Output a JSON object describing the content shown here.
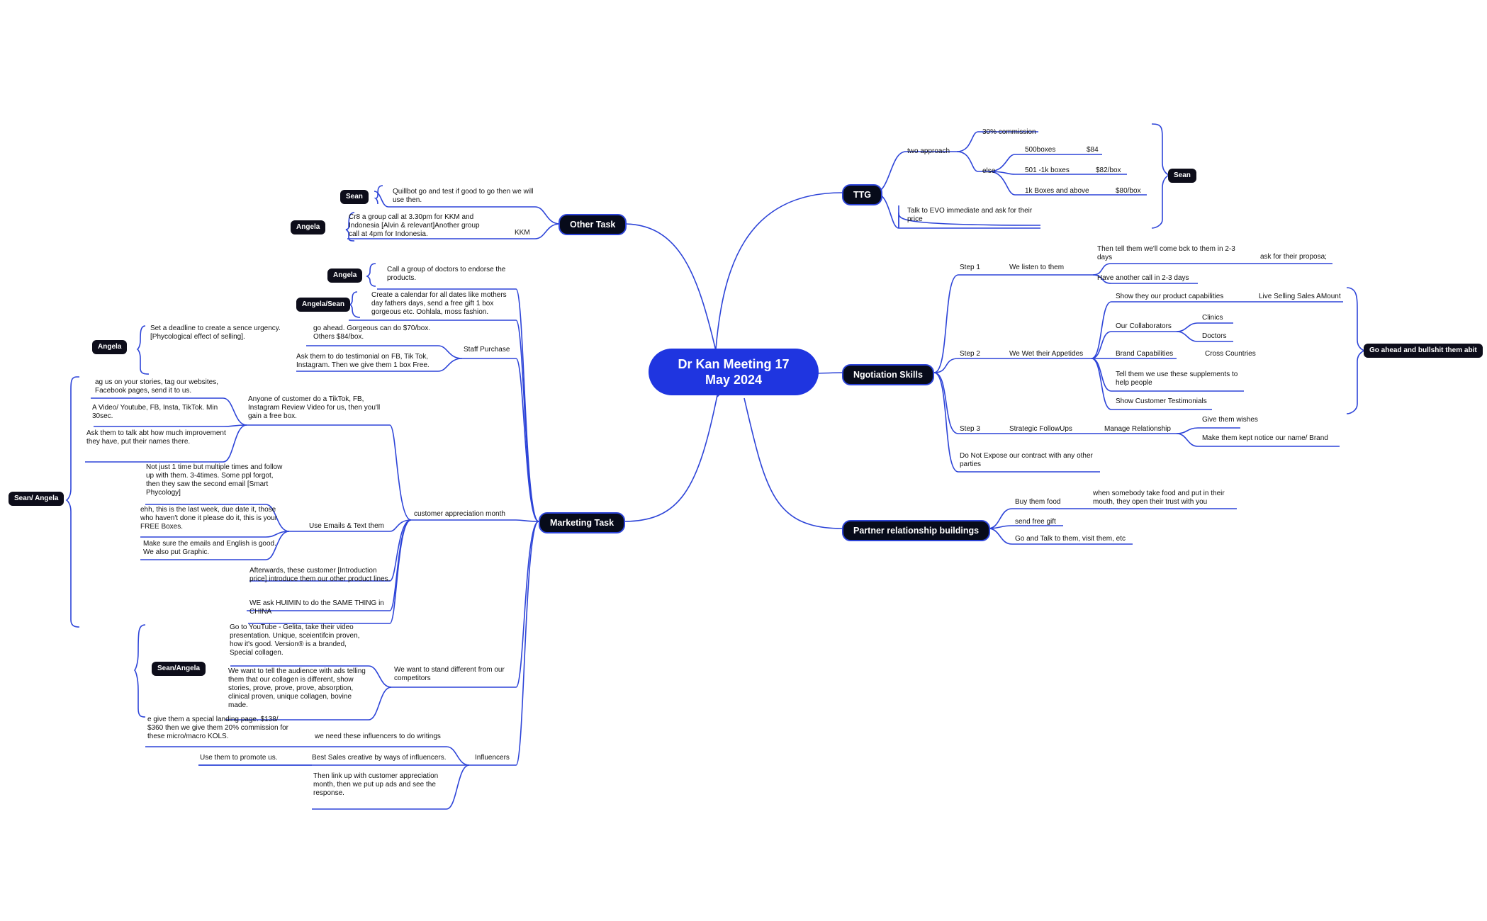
{
  "colors": {
    "accent": "#1f35e0",
    "line": "#2d44d8",
    "pill_bg": "#0d0d1a"
  },
  "central": "Dr Kan Meeting 17\nMay 2024",
  "branches": {
    "ttg": "TTG",
    "other_task": "Other Task",
    "negotiation": "Ngotiation Skills",
    "marketing": "Marketing Task",
    "partner": "Partner relationship buildings"
  },
  "ttg": {
    "two_approach": "two approach",
    "commission": "30% commission",
    "else": "else",
    "box500": "500boxes",
    "price84": "$84",
    "box501": "501 -1k boxes",
    "price82": "$82/box",
    "box1k": "1k Boxes and above",
    "price80": "$80/box",
    "evo": "Talk to EVO immediate and ask for their price",
    "owner": "Sean"
  },
  "negotiation": {
    "step1": "Step 1",
    "listen": "We listen to them",
    "come_back": "Then tell them we'll come bck to them in 2-3 days",
    "ask_proposal": "ask for their proposa;",
    "another_call": "Have another call in 2-3 days",
    "step2": "Step 2",
    "wet": "We Wet their Appetides",
    "show_capabilities": "Show they our product capabilities",
    "live_selling": "Live Selling Sales AMount",
    "collaborators": "Our Collaborators",
    "clinics": "Clinics",
    "doctors": "Doctors",
    "brand_cap": "Brand Capabilities",
    "cross": "Cross Countries",
    "tell_supplements": "Tell them we use these supplements to help people",
    "testimonials": "Show Customer Testimonials",
    "step3": "Step 3",
    "followups": "Strategic FollowUps",
    "manage": "Manage Relationship",
    "wishes": "Give them wishes",
    "notice": "Make them kept notice our name/ Brand",
    "expose": "Do Not Expose our contract with any other parties",
    "owner": "Go ahead and bullshit them abit"
  },
  "partner": {
    "food": "Buy them food",
    "food_note": "when somebody take food and put in their mouth, they open their trust with you",
    "gift": "send free gift",
    "visit": "Go and Talk to them, visit them, etc"
  },
  "other": {
    "quillbot": "Quillbot go and test if good to go then we will use then.",
    "owner_sean": "Sean",
    "group_call": "Cr8 a group call at 3.30pm for KKM and Indonesia [Alvin & relevant]Another group call at 4pm for Indonesia.",
    "kkm": "KKM",
    "owner_angela": "Angela"
  },
  "marketing": {
    "doctors": "Call a group of doctors to endorse the products.",
    "owner_doctors": "Angela",
    "calendar": "Create a calendar for all dates like mothers day fathers days, send a free gift 1 box gorgeous etc. Oohlala, moss fashion.",
    "owner_calendar": "Angela/Sean",
    "staff": "Staff Purchase",
    "go_ahead": "go ahead. Gorgeous can do $70/box. Others $84/box.",
    "deadline": "Set a deadline to create a sence urgency. [Phycological effect of selling].",
    "owner_deadline": "Angela",
    "testimonial": "Ask them to do testimonial on FB, Tik Tok, Instagram. Then we give them 1 box Free.",
    "appreciation": "customer appreciation month",
    "tiktok": "Anyone of customer do a TikTok, FB, Instagram Review Video for us, then you'll gain a free box.",
    "tag": "ag us on your stories, tag our websites, Facebook pages, send it to us.",
    "video": "A Video/ Youtube, FB, Insta, TikTok. Min 30sec.",
    "improvement": "Ask them to talk abt how much improvement they have, put their names there.",
    "emails": "Use Emails & Text them",
    "multiple": "Not just 1 time but multiple times and follow up with them. 3-4times. Some ppl forgot, then they saw the second email [Smart Phycology]",
    "last_week": "ehh, this is the last week, due date it, those who haven't done it please do it, this is your FREE Boxes.",
    "english": "Make sure the emails and English is good. We also put Graphic.",
    "afterwards": "Afterwards, these customer [Introduction price] introduce them our other product lines.",
    "huimin": "WE ask HUIMIN to do the SAME THING in CHINA",
    "owner_appreciation": "Sean/ Angela",
    "stand_out": "We want to stand different from our competitors",
    "youtube": "Go to YouTube - Gelita, take their video presentation. Unique, sceientifcin proven, how it's good. Version® is a branded, Special collagen.",
    "audience": "We want to tell the audience with ads telling them that our collagen is different, show stories, prove, prove, prove, absorption, clinical proven, unique collagen, bovine made.",
    "owner_stand": "Sean/Angela",
    "influencers": "Influencers",
    "writings": "we need these influencers to do writings",
    "landing": "e give them a special landing page. $138/ $360 then we give them 20% commission for these micro/macro KOLS.",
    "best_sales": "Best Sales creative by ways of influencers.",
    "promote": "Use them to promote us.",
    "link_up": "Then link up with customer appreciation month, then we put up ads and see the response."
  }
}
